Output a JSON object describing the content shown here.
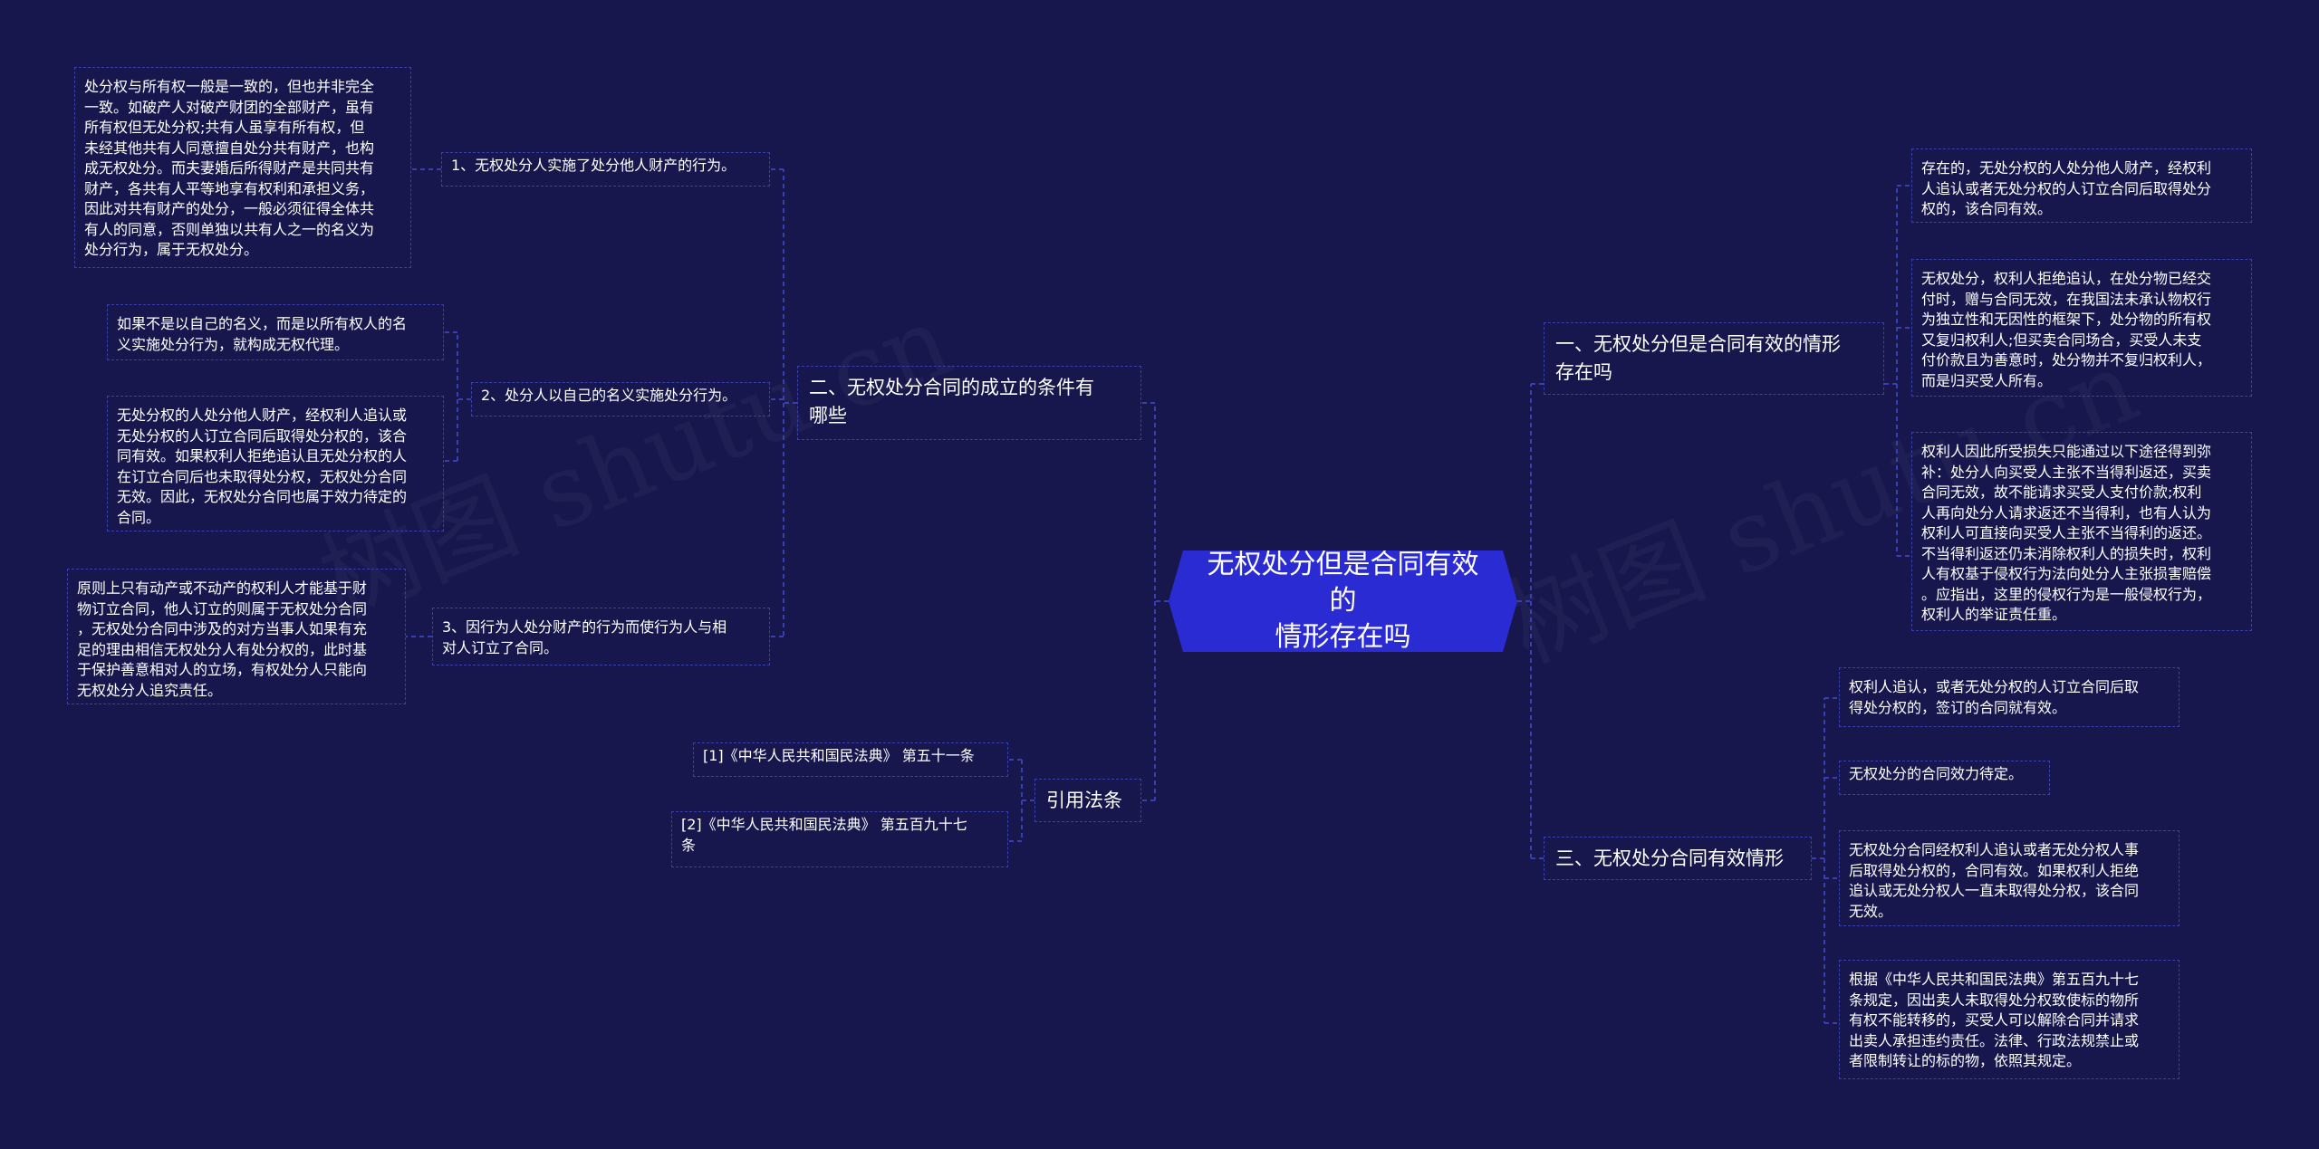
{
  "watermark": "树图 shutu.cn",
  "colors": {
    "background": "#17174e",
    "root_fill": "#2b2bd3",
    "line": "#3a3fb0",
    "text": "#ffffff"
  },
  "root": {
    "text": "无权处分但是合同有效的\n情形存在吗"
  },
  "branches": [
    {
      "id": "b1",
      "text": "一、无权处分但是合同有效的情形\n存在吗",
      "children": [
        {
          "text": "存在的，无处分权的人处分他人财产，经权利\n人追认或者无处分权的人订立合同后取得处分\n权的，该合同有效。"
        },
        {
          "text": "无权处分，权利人拒绝追认，在处分物已经交\n付时，赠与合同无效，在我国法未承认物权行\n为独立性和无因性的框架下，处分物的所有权\n又复归权利人;但买卖合同场合，买受人未支\n付价款且为善意时，处分物并不复归权利人，\n而是归买受人所有。"
        },
        {
          "text": "权利人因此所受损失只能通过以下途径得到弥\n补：处分人向买受人主张不当得利返还，买卖\n合同无效，故不能请求买受人支付价款;权利\n人再向处分人请求返还不当得利，也有人认为\n权利人可直接向买受人主张不当得利的返还。\n不当得利返还仍未消除权利人的损失时，权利\n人有权基于侵权行为法向处分人主张损害赔偿\n。应指出，这里的侵权行为是一般侵权行为，\n权利人的举证责任重。"
        }
      ]
    },
    {
      "id": "b2",
      "text": "二、无权处分合同的成立的条件有\n哪些",
      "children": [
        {
          "text": "1、无权处分人实施了处分他人财产的行为。",
          "children": [
            {
              "text": "处分权与所有权一般是一致的，但也并非完全\n一致。如破产人对破产财团的全部财产，虽有\n所有权但无处分权;共有人虽享有所有权，但\n未经其他共有人同意擅自处分共有财产，也构\n成无权处分。而夫妻婚后所得财产是共同共有\n财产，各共有人平等地享有权利和承担义务，\n因此对共有财产的处分，一般必须征得全体共\n有人的同意，否则单独以共有人之一的名义为\n处分行为，属于无权处分。"
            }
          ]
        },
        {
          "text": "2、处分人以自己的名义实施处分行为。",
          "children": [
            {
              "text": "如果不是以自己的名义，而是以所有权人的名\n义实施处分行为，就构成无权代理。"
            },
            {
              "text": "无处分权的人处分他人财产，经权利人追认或\n无处分权的人订立合同后取得处分权的，该合\n同有效。如果权利人拒绝追认且无处分权的人\n在订立合同后也未取得处分权，无权处分合同\n无效。因此，无权处分合同也属于效力待定的\n合同。"
            }
          ]
        },
        {
          "text": "3、因行为人处分财产的行为而使行为人与相\n对人订立了合同。",
          "children": [
            {
              "text": "原则上只有动产或不动产的权利人才能基于财\n物订立合同，他人订立的则属于无权处分合同\n，无权处分合同中涉及的对方当事人如果有充\n足的理由相信无权处分人有处分权的，此时基\n于保护善意相对人的立场，有权处分人只能向\n无权处分人追究责任。"
            }
          ]
        }
      ]
    },
    {
      "id": "b3",
      "text": "三、无权处分合同有效情形",
      "children": [
        {
          "text": "权利人追认，或者无处分权的人订立合同后取\n得处分权的，签订的合同就有效。"
        },
        {
          "text": "无权处分的合同效力待定。"
        },
        {
          "text": "无权处分合同经权利人追认或者无处分权人事\n后取得处分权的，合同有效。如果权利人拒绝\n追认或无处分权人一直未取得处分权，该合同\n无效。"
        },
        {
          "text": "根据《中华人民共和国民法典》第五百九十七\n条规定，因出卖人未取得处分权致使标的物所\n有权不能转移的，买受人可以解除合同并请求\n出卖人承担违约责任。法律、行政法规禁止或\n者限制转让的标的物，依照其规定。"
        }
      ]
    },
    {
      "id": "b4",
      "text": "引用法条",
      "children": [
        {
          "text": "[1]《中华人民共和国民法典》 第五十一条"
        },
        {
          "text": "[2]《中华人民共和国民法典》 第五百九十七\n条"
        }
      ]
    }
  ]
}
